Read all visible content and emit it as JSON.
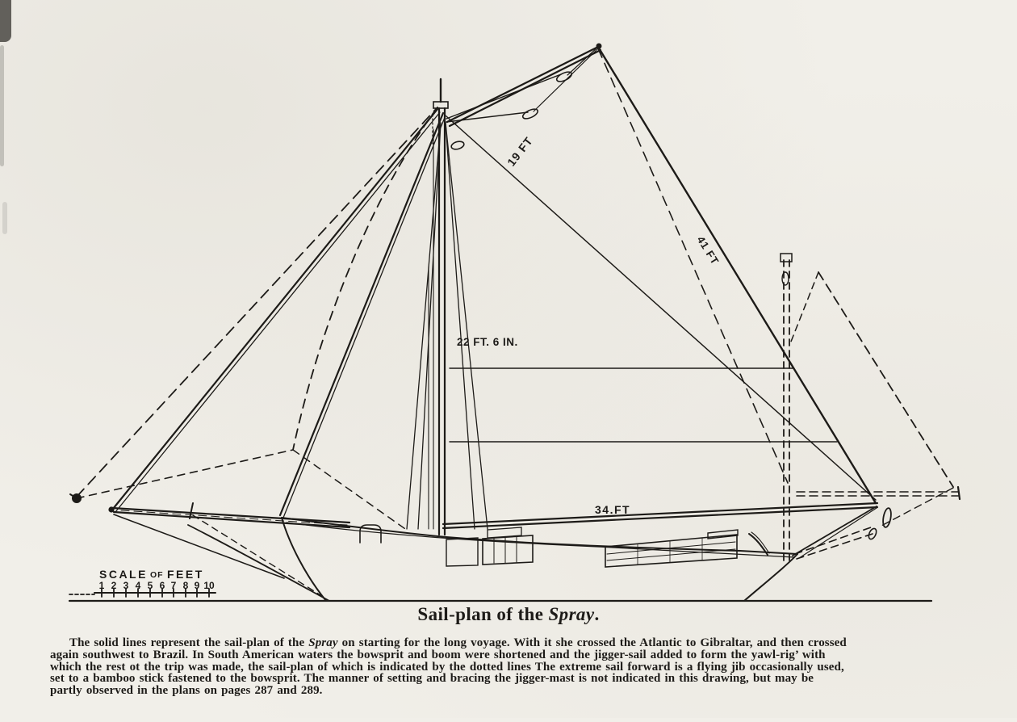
{
  "page": {
    "background_color": "#f1efe9",
    "ink_color": "#1d1b18"
  },
  "title": {
    "prefix": "Sail-plan of the ",
    "boat_name_italic": "Spray",
    "suffix": "."
  },
  "caption": {
    "line1_a": "The solid lines represent the sail-plan of the ",
    "line1_boat_italic": "Spray",
    "line1_c": " on starting for the long voyage.   With it she crossed the Atlantic to Gibraltar, and then crossed",
    "line2": "again southwest to Brazil.   In South American waters the bowsprit and boom were shortened and the jigger-sail added to form the yawl-rig’ with",
    "line3": "which the rest ot the trip was made, the sail-plan of which is indicated by the dotted lines   The extreme sail forward is a flying jib occasionally used,",
    "line4": "set to a bamboo stick fastened to the bowsprit.   The manner of setting and bracing the jigger-mast is not indicated  in  this drawing, but may be",
    "line5": "partly observed in the plans on pages 287 and 289."
  },
  "measurement_labels": {
    "gaff_length": "19 FT",
    "leech_length": "41 FT",
    "luff_length": "22 FT. 6 IN.",
    "boom_length": "34.FT"
  },
  "scale": {
    "title_word1": "SCALE",
    "title_word2": "OF",
    "title_word3": "FEET",
    "ticks": [
      "1",
      "2",
      "3",
      "4",
      "5",
      "6",
      "7",
      "8",
      "9",
      "10"
    ]
  }
}
